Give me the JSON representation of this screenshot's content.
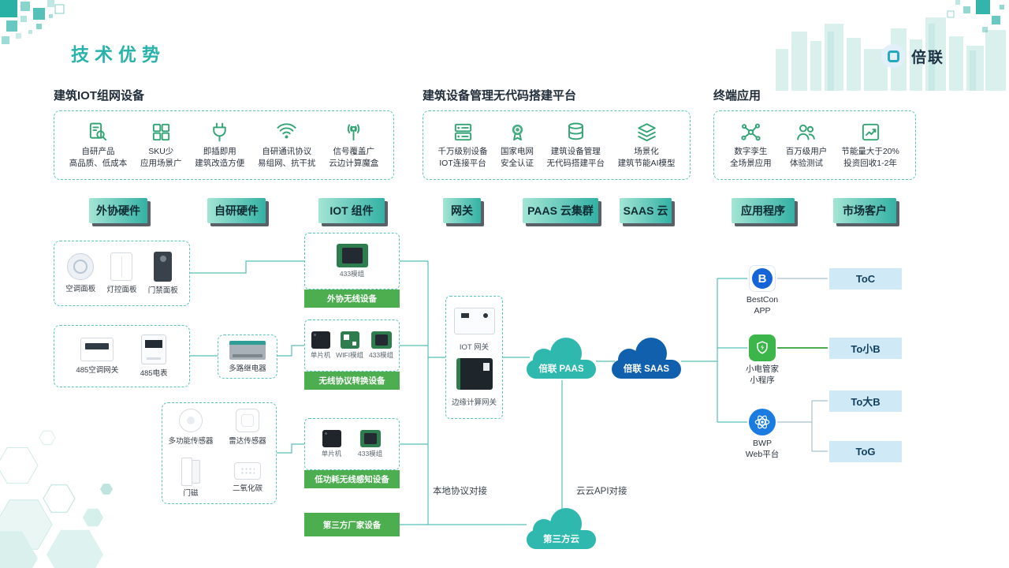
{
  "page": {
    "title": "技术优势",
    "logo_text": "倍联"
  },
  "sections": {
    "s1": {
      "header": "建筑IOT组网设备",
      "items": [
        {
          "icon": "product-search-icon",
          "line1": "自研产品",
          "line2": "高品质、低成本"
        },
        {
          "icon": "grid-icon",
          "line1": "SKU少",
          "line2": "应用场景广"
        },
        {
          "icon": "plug-icon",
          "line1": "即插即用",
          "line2": "建筑改造方便"
        },
        {
          "icon": "broadcast-icon",
          "line1": "自研通讯协议",
          "line2": "易组网、抗干扰"
        },
        {
          "icon": "signal-tower-icon",
          "line1": "信号覆盖广",
          "line2": "云边计算魔盒"
        }
      ]
    },
    "s2": {
      "header": "建筑设备管理无代码搭建平台",
      "items": [
        {
          "icon": "server-icon",
          "line1": "千万级别设备",
          "line2": "IOT连接平台"
        },
        {
          "icon": "certificate-icon",
          "line1": "国家电网",
          "line2": "安全认证"
        },
        {
          "icon": "database-icon",
          "line1": "建筑设备管理",
          "line2": "无代码搭建平台"
        },
        {
          "icon": "layers-icon",
          "line1": "场景化",
          "line2": "建筑节能AI模型"
        }
      ]
    },
    "s3": {
      "header": "终端应用",
      "items": [
        {
          "icon": "network-icon",
          "line1": "数字孪生",
          "line2": "全场景应用"
        },
        {
          "icon": "users-icon",
          "line1": "百万级用户",
          "line2": "体验测试"
        },
        {
          "icon": "report-icon",
          "line1": "节能量大于20%",
          "line2": "投资回收1-2年"
        }
      ]
    }
  },
  "chips": {
    "c1": "外协硬件",
    "c2": "自研硬件",
    "c3": "IOT 组件",
    "c4": "网关",
    "c5": "PAAS 云集群",
    "c6": "SAAS 云",
    "c7": "应用程序",
    "c8": "市场客户"
  },
  "devices": {
    "groupA": [
      {
        "label": "空调面板"
      },
      {
        "label": "灯控面板"
      },
      {
        "label": "门禁面板"
      }
    ],
    "groupB": [
      {
        "label": "485空调网关"
      },
      {
        "label": "485电表"
      }
    ],
    "relay_label": "多路继电器",
    "groupC": [
      {
        "label": "多功能传感器"
      },
      {
        "label": "雷达传感器"
      },
      {
        "label": "门磁"
      },
      {
        "label": "二氧化碳"
      }
    ]
  },
  "iot": {
    "box1": {
      "module": "433模组",
      "bar": "外协无线设备"
    },
    "box2": {
      "m1": "单片机",
      "m2": "WIFI模组",
      "m3": "433模组",
      "bar": "无线协议转换设备"
    },
    "box3": {
      "m1": "单片机",
      "m2": "433模组",
      "bar": "低功耗无线感知设备"
    },
    "bar4": "第三方厂家设备"
  },
  "gateway": {
    "top_label": "IOT 网关",
    "bottom_label": "边缘计算网关"
  },
  "clouds": {
    "paas": "倍联 PAAS",
    "saas": "倍联 SAAS",
    "third": "第三方云"
  },
  "annotations": {
    "local": "本地协议对接",
    "api": "云云API对接"
  },
  "apps": {
    "a1": {
      "l1": "BestCon",
      "l2": "APP",
      "icon_letter": "B",
      "chip": "ToC"
    },
    "a2": {
      "l1": "小电管家",
      "l2": "小程序",
      "chip": "To小B"
    },
    "a3": {
      "l1": "BWP",
      "l2": "Web平台",
      "chip1": "To大B",
      "chip2": "ToG"
    }
  },
  "colors": {
    "accent": "#2AB3AB",
    "green_bar": "#4CAE4F",
    "cloud_teal": "#2EB8AE",
    "cloud_blue": "#1160AE"
  }
}
